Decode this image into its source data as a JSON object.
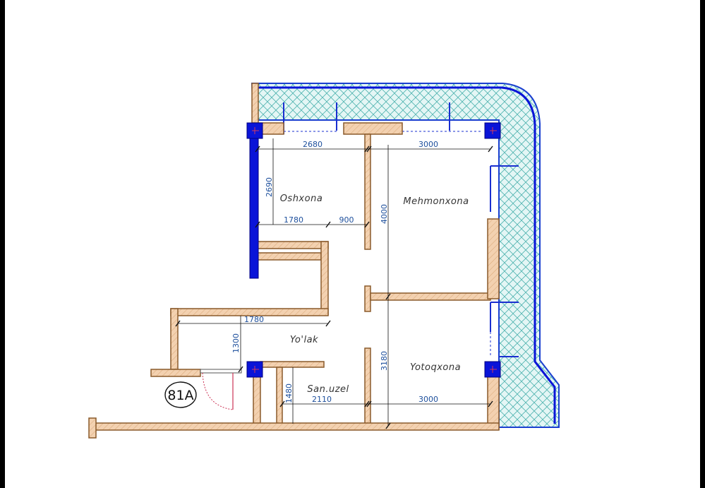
{
  "plan": {
    "unit_number": "81A",
    "rooms": {
      "kitchen": "Oshxona",
      "living": "Mehmonxona",
      "hallway": "Yo'lak",
      "bathroom": "San.uzel",
      "bedroom": "Yotoqxona"
    },
    "dimensions": {
      "kitchen_width": "2680",
      "living_width": "3000",
      "kitchen_depth": "2690",
      "kitchen_lower_a": "1780",
      "kitchen_lower_b": "900",
      "living_depth": "4000",
      "hallway_width": "1780",
      "hallway_depth": "1300",
      "bedroom_depth": "3180",
      "bathroom_depth": "1480",
      "bathroom_width": "2110",
      "bedroom_width": "3000"
    },
    "colors": {
      "wall_fill": "#f3d1b0",
      "wall_stroke": "#8a5a2b",
      "column": "#0a14d8",
      "dimension": "#1d4f9c",
      "balcony_hatch": "#4fb3b0"
    }
  }
}
